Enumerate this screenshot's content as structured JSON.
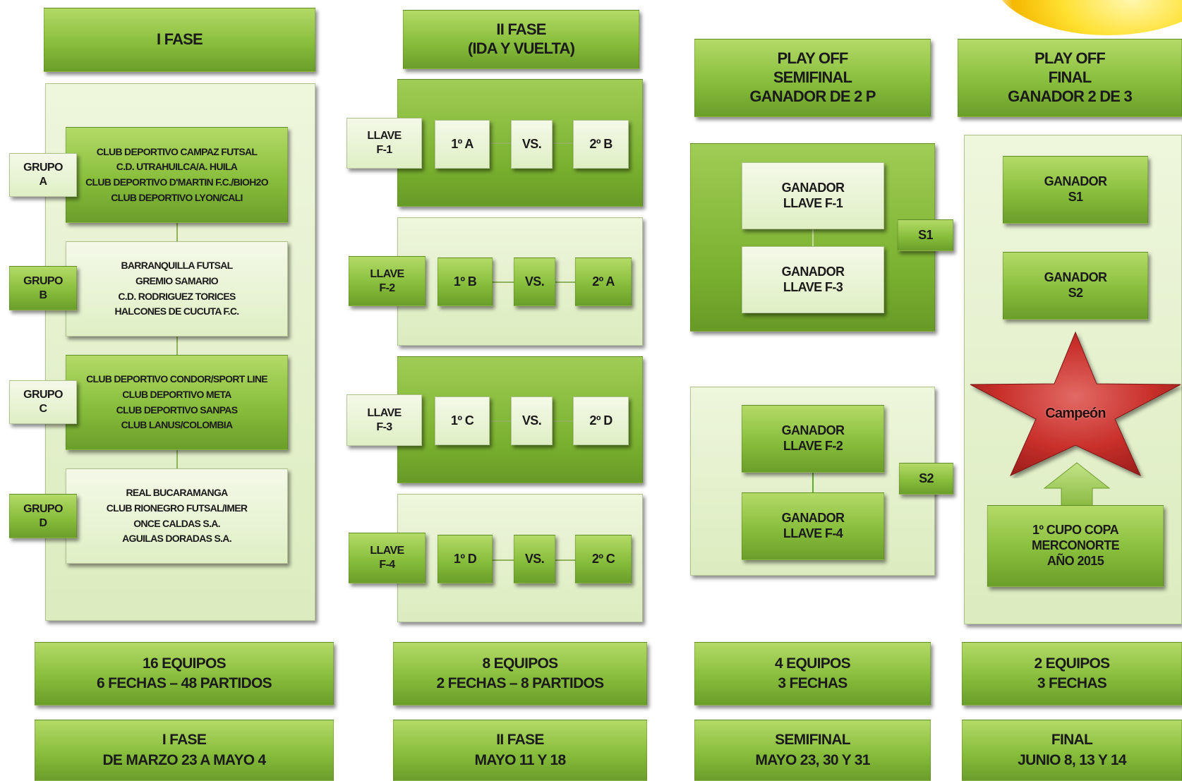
{
  "phase1": {
    "title": "I FASE",
    "groups": [
      {
        "label": [
          "GRUPO",
          "A"
        ],
        "teams": [
          "CLUB DEPORTIVO CAMPAZ FUTSAL",
          "C.D. UTRAHUILCA/A. HUILA",
          "CLUB DEPORTIVO D'MARTIN F.C./BIOH2O",
          "CLUB DEPORTIVO LYON/CALI"
        ]
      },
      {
        "label": [
          "GRUPO",
          "B"
        ],
        "teams": [
          "BARRANQUILLA FUTSAL",
          "GREMIO SAMARIO",
          "C.D. RODRIGUEZ TORICES",
          "HALCONES DE CUCUTA F.C."
        ]
      },
      {
        "label": [
          "GRUPO",
          "C"
        ],
        "teams": [
          "CLUB DEPORTIVO CONDOR/SPORT LINE",
          "CLUB DEPORTIVO META",
          "CLUB DEPORTIVO SANPAS",
          "CLUB LANUS/COLOMBIA"
        ]
      },
      {
        "label": [
          "GRUPO",
          "D"
        ],
        "teams": [
          "REAL BUCARAMANGA",
          "CLUB RIONEGRO FUTSAL/IMER",
          "ONCE CALDAS S.A.",
          "AGUILAS DORADAS S.A."
        ]
      }
    ],
    "summary": [
      "16 EQUIPOS",
      "6 FECHAS – 48 PARTIDOS"
    ],
    "dates": [
      "I FASE",
      "DE MARZO 23 A MAYO 4"
    ]
  },
  "phase2": {
    "title": [
      "II FASE",
      "(IDA Y VUELTA)"
    ],
    "keys": [
      {
        "label": [
          "LLAVE",
          "F-1"
        ],
        "home": "1º A",
        "vs": "VS.",
        "away": "2º B"
      },
      {
        "label": [
          "LLAVE",
          "F-2"
        ],
        "home": "1º B",
        "vs": "VS.",
        "away": "2º A"
      },
      {
        "label": [
          "LLAVE",
          "F-3"
        ],
        "home": "1º C",
        "vs": "VS.",
        "away": "2º D"
      },
      {
        "label": [
          "LLAVE",
          "F-4"
        ],
        "home": "1º D",
        "vs": "VS.",
        "away": "2º C"
      }
    ],
    "summary": [
      "8 EQUIPOS",
      "2 FECHAS – 8 PARTIDOS"
    ],
    "dates": [
      "II FASE",
      "MAYO 11 Y 18"
    ]
  },
  "semifinal": {
    "title": [
      "PLAY OFF",
      "SEMIFINAL",
      "GANADOR DE 2 P"
    ],
    "matches": [
      {
        "a": [
          "GANADOR",
          "LLAVE F-1"
        ],
        "b": [
          "GANADOR",
          "LLAVE F-3"
        ],
        "tag": "S1"
      },
      {
        "a": [
          "GANADOR",
          "LLAVE F-2"
        ],
        "b": [
          "GANADOR",
          "LLAVE F-4"
        ],
        "tag": "S2"
      }
    ],
    "summary": [
      "4 EQUIPOS",
      "3 FECHAS"
    ],
    "dates": [
      "SEMIFINAL",
      "MAYO 23, 30  Y 31"
    ]
  },
  "final": {
    "title": [
      "PLAY OFF",
      "FINAL",
      "GANADOR 2 DE 3"
    ],
    "winners": [
      [
        "GANADOR",
        "S1"
      ],
      [
        "GANADOR",
        "S2"
      ]
    ],
    "champion": "Campeón",
    "qualifier": [
      "1º CUPO COPA",
      "MERCONORTE",
      "AÑO 2015"
    ],
    "summary": [
      "2 EQUIPOS",
      "3 FECHAS"
    ],
    "dates": [
      "FINAL",
      "JUNIO 8, 13 Y 14"
    ]
  },
  "colors": {
    "dark_green": "#88be3c",
    "light_green": "#e6f2cf",
    "star_red": "#c8302b"
  }
}
